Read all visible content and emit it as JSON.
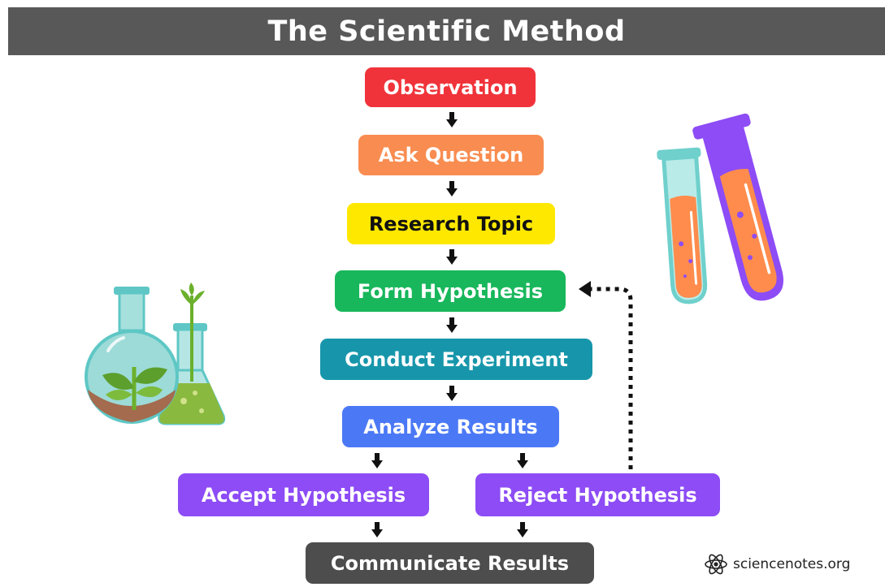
{
  "title": "The Scientific Method",
  "steps": {
    "observation": "Observation",
    "ask_question": "Ask Question",
    "research_topic": "Research Topic",
    "form_hypothesis": "Form Hypothesis",
    "conduct_experiment": "Conduct Experiment",
    "analyze_results": "Analyze Results",
    "accept_hypothesis": "Accept Hypothesis",
    "reject_hypothesis": "Reject Hypothesis",
    "communicate_results": "Communicate Results"
  },
  "colors": {
    "title_bar": "#585858",
    "observation": "#f0333a",
    "ask_question": "#f98c50",
    "research_topic": "#ffe800",
    "form_hypothesis": "#18b75b",
    "conduct_experiment": "#1796ab",
    "analyze_results": "#4b79f6",
    "hypothesis_outcomes": "#8d4cf5",
    "communicate_results": "#4d4d4d"
  },
  "icons": {
    "plant_flasks": "plant-flasks-illustration",
    "test_tubes": "test-tubes-illustration",
    "atom_logo": "atom-icon"
  },
  "footer": {
    "site": "sciencenotes.org"
  }
}
